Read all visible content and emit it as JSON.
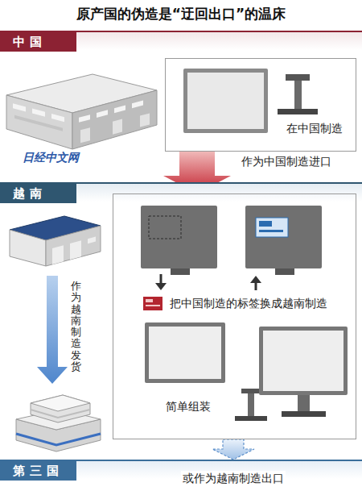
{
  "diagram": {
    "title": "原产国的伪造是“迂回出口”的温床",
    "nodes": [
      {
        "text": [
          "中国"
        ]
      },
      {
        "text": [
          "在中国制造"
        ]
      },
      {
        "text": [
          "越南"
        ]
      },
      {
        "text": [
          "把中国制造的标签换成越南制造",
          "简单组装"
        ]
      },
      {
        "text": [
          "第三国"
        ]
      }
    ],
    "edges": [
      {
        "from": 1,
        "to": 3,
        "label": "作为中国制造进口",
        "arrow": "to"
      },
      {
        "from": 3,
        "to": 4,
        "label": "或作为越南制造出口",
        "arrow": "to"
      }
    ],
    "labels": [
      "日经中文网",
      "作为越南制造发货"
    ]
  }
}
